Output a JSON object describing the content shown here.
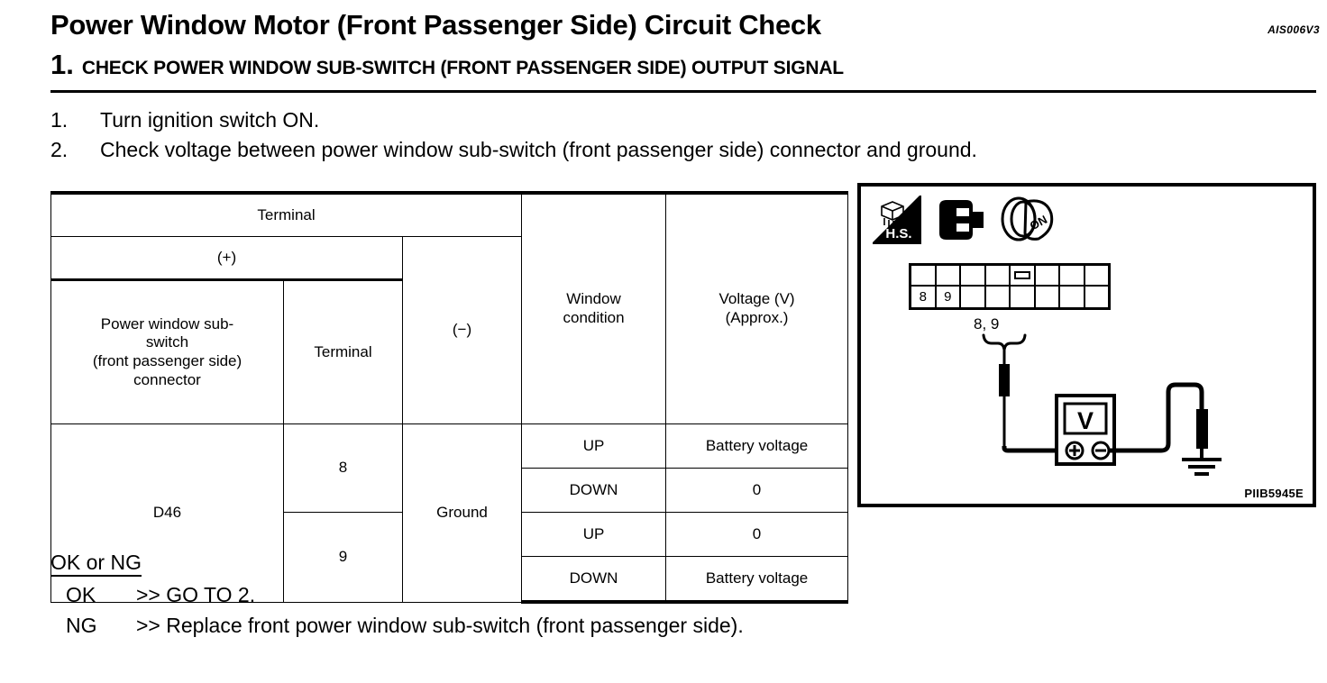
{
  "header": {
    "title": "Power Window Motor (Front Passenger Side) Circuit Check",
    "doc_ref": "AIS006V3",
    "step_number": "1.",
    "step_heading": "CHECK POWER WINDOW SUB-SWITCH (FRONT PASSENGER SIDE) OUTPUT SIGNAL"
  },
  "instructions": [
    {
      "num": "1.",
      "text": "Turn ignition switch ON."
    },
    {
      "num": "2.",
      "text": "Check voltage between power window sub-switch (front passenger side) connector and ground."
    }
  ],
  "table": {
    "group_header": "Terminal",
    "plus_header": "(+)",
    "minus_header": "(−)",
    "col_connector": "Power window sub-switch\n(front passenger side) connector",
    "col_connector_line1": "Power window sub-",
    "col_connector_line2": "switch",
    "col_connector_line3": "(front passenger side)",
    "col_connector_line4": "connector",
    "col_terminal": "Terminal",
    "col_window_condition_line1": "Window",
    "col_window_condition_line2": "condition",
    "col_voltage_line1": "Voltage (V)",
    "col_voltage_line2": "(Approx.)",
    "connector_id": "D46",
    "ground": "Ground",
    "terminal_8": "8",
    "terminal_9": "9",
    "rows": [
      {
        "condition": "UP",
        "voltage": "Battery voltage"
      },
      {
        "condition": "DOWN",
        "voltage": "0"
      },
      {
        "condition": "UP",
        "voltage": "0"
      },
      {
        "condition": "DOWN",
        "voltage": "Battery voltage"
      }
    ]
  },
  "illustration": {
    "hs_label": "H.S.",
    "ignition_label": "ON",
    "pin_top_row": [
      "",
      "",
      "",
      "",
      "tab",
      "",
      "",
      ""
    ],
    "pin_bottom_row": [
      "8",
      "9",
      "",
      "",
      "",
      "",
      "",
      ""
    ],
    "probe_label": "8, 9",
    "meter_symbol": "V",
    "meter_plus": "+",
    "meter_minus": "−",
    "doc_ref": "PIIB5945E"
  },
  "result": {
    "title": "OK or NG",
    "rows": [
      {
        "label": "OK",
        "action": ">> GO TO 2."
      },
      {
        "label": "NG",
        "action": ">> Replace front power window sub-switch (front passenger side)."
      }
    ]
  },
  "colors": {
    "ink": "#000000",
    "paper": "#ffffff"
  }
}
